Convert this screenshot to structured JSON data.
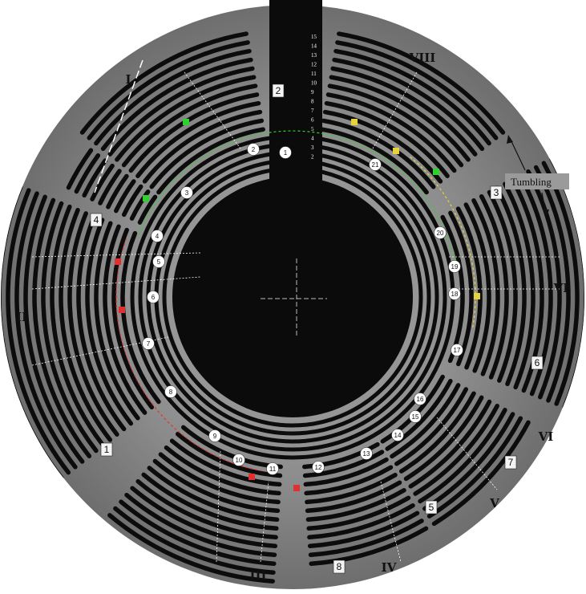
{
  "roman_labels": [
    {
      "id": "I",
      "text": "I"
    },
    {
      "id": "II",
      "text": "II"
    },
    {
      "id": "III",
      "text": "III"
    },
    {
      "id": "IV",
      "text": "IV"
    },
    {
      "id": "V",
      "text": "V"
    },
    {
      "id": "VI_a",
      "text": "VI"
    },
    {
      "id": "VI_b",
      "text": "VI"
    },
    {
      "id": "VIII",
      "text": "VIII"
    }
  ],
  "box_labels": [
    "1",
    "2",
    "3",
    "4",
    "5",
    "6",
    "7",
    "8"
  ],
  "circle_labels": [
    "1",
    "2",
    "3",
    "4",
    "5",
    "6",
    "7",
    "8",
    "9",
    "10",
    "11",
    "12",
    "13",
    "14",
    "15",
    "16",
    "17",
    "18",
    "19",
    "20",
    "21"
  ],
  "scale_numbers": [
    "15",
    "14",
    "13",
    "12",
    "11",
    "10",
    "9",
    "8",
    "7",
    "6",
    "5",
    "4",
    "3",
    "2"
  ],
  "annotation": {
    "tumbling": "Tumbling"
  },
  "colors": {
    "dark": "#0c0c0c",
    "background_gray": "#8d8d8d",
    "green_marker": "#2fd12f",
    "yellow_marker": "#e6d23a",
    "red_marker": "#e03030"
  }
}
